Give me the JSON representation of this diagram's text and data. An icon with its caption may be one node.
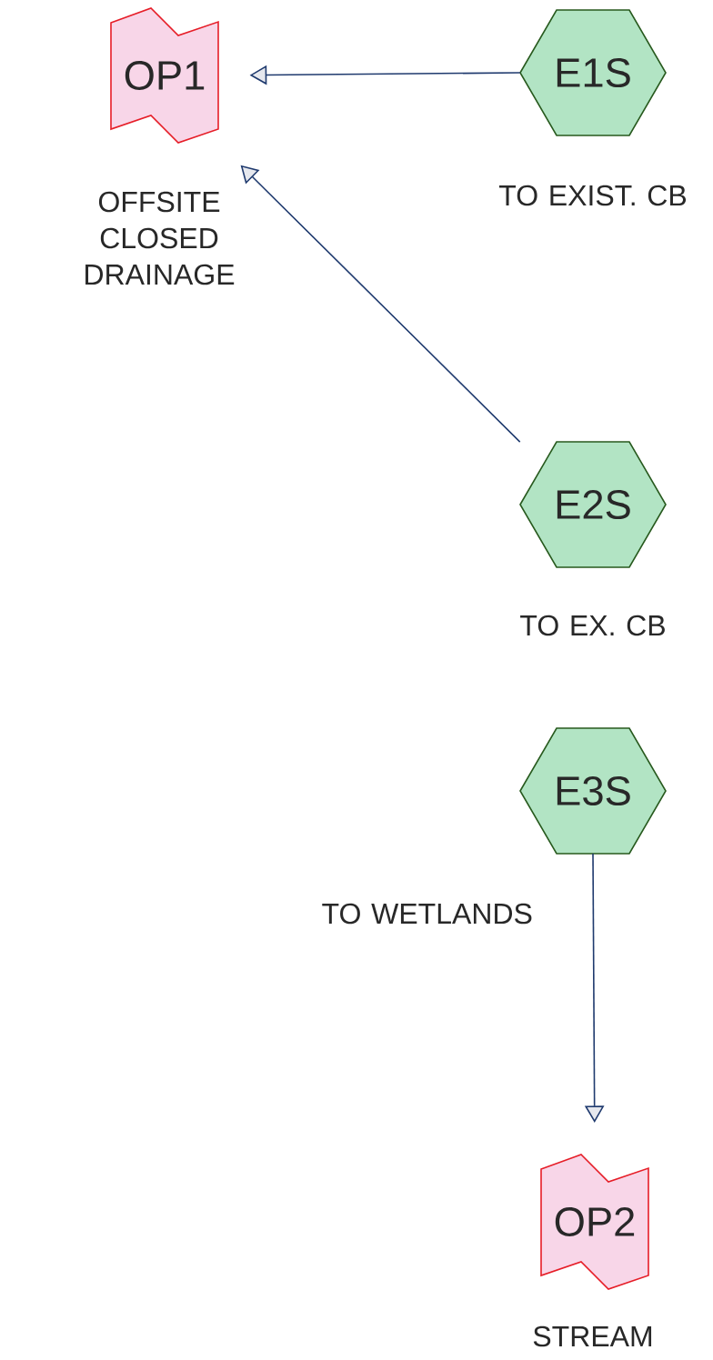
{
  "diagram": {
    "nodes": [
      {
        "text": [
          "OP1"
        ],
        "beside": [
          "OFFSITE CLOSED DRAINAGE"
        ]
      },
      {
        "text": [
          "E1S"
        ],
        "beside": [
          "TO EXIST. CB"
        ]
      },
      {
        "text": [
          "E2S"
        ],
        "beside": [
          "TO EX. CB"
        ]
      },
      {
        "text": [
          "E3S"
        ],
        "beside": [
          "TO WETLANDS"
        ]
      },
      {
        "text": [
          "OP2"
        ],
        "beside": [
          "STREAM"
        ]
      }
    ],
    "edges": [
      {
        "from": 1,
        "to": 0,
        "arrow": "to"
      },
      {
        "from": 2,
        "to": 0,
        "arrow": "to"
      },
      {
        "from": 3,
        "to": 4,
        "arrow": "to"
      }
    ]
  }
}
